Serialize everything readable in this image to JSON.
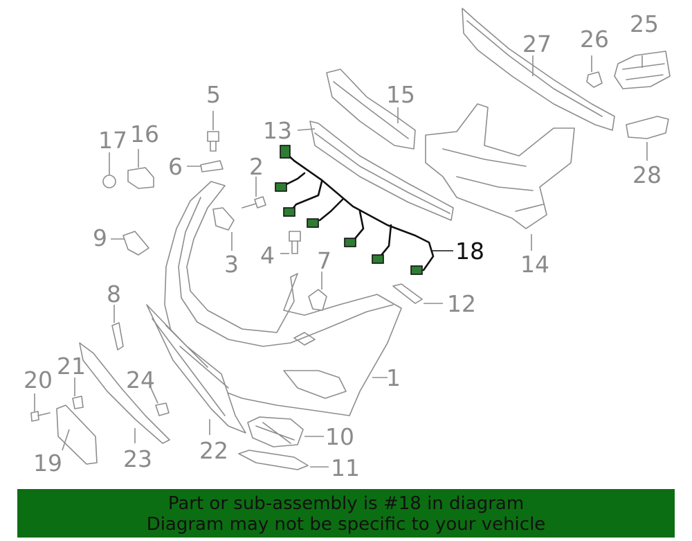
{
  "diagram": {
    "highlighted_part": "18",
    "callouts": [
      "1",
      "2",
      "3",
      "4",
      "5",
      "6",
      "7",
      "8",
      "9",
      "10",
      "11",
      "12",
      "13",
      "14",
      "15",
      "16",
      "17",
      "18",
      "19",
      "20",
      "21",
      "22",
      "23",
      "24",
      "25",
      "26",
      "27",
      "28"
    ]
  },
  "banner": {
    "line1": "Part or sub-assembly is #18 in diagram",
    "line2": "Diagram may not be specific to your vehicle",
    "background_color": "#0c6e12"
  },
  "colors": {
    "part_outline": "#8d8d8d",
    "highlight_stroke": "#111111",
    "connector_fill": "#2e7d32"
  }
}
